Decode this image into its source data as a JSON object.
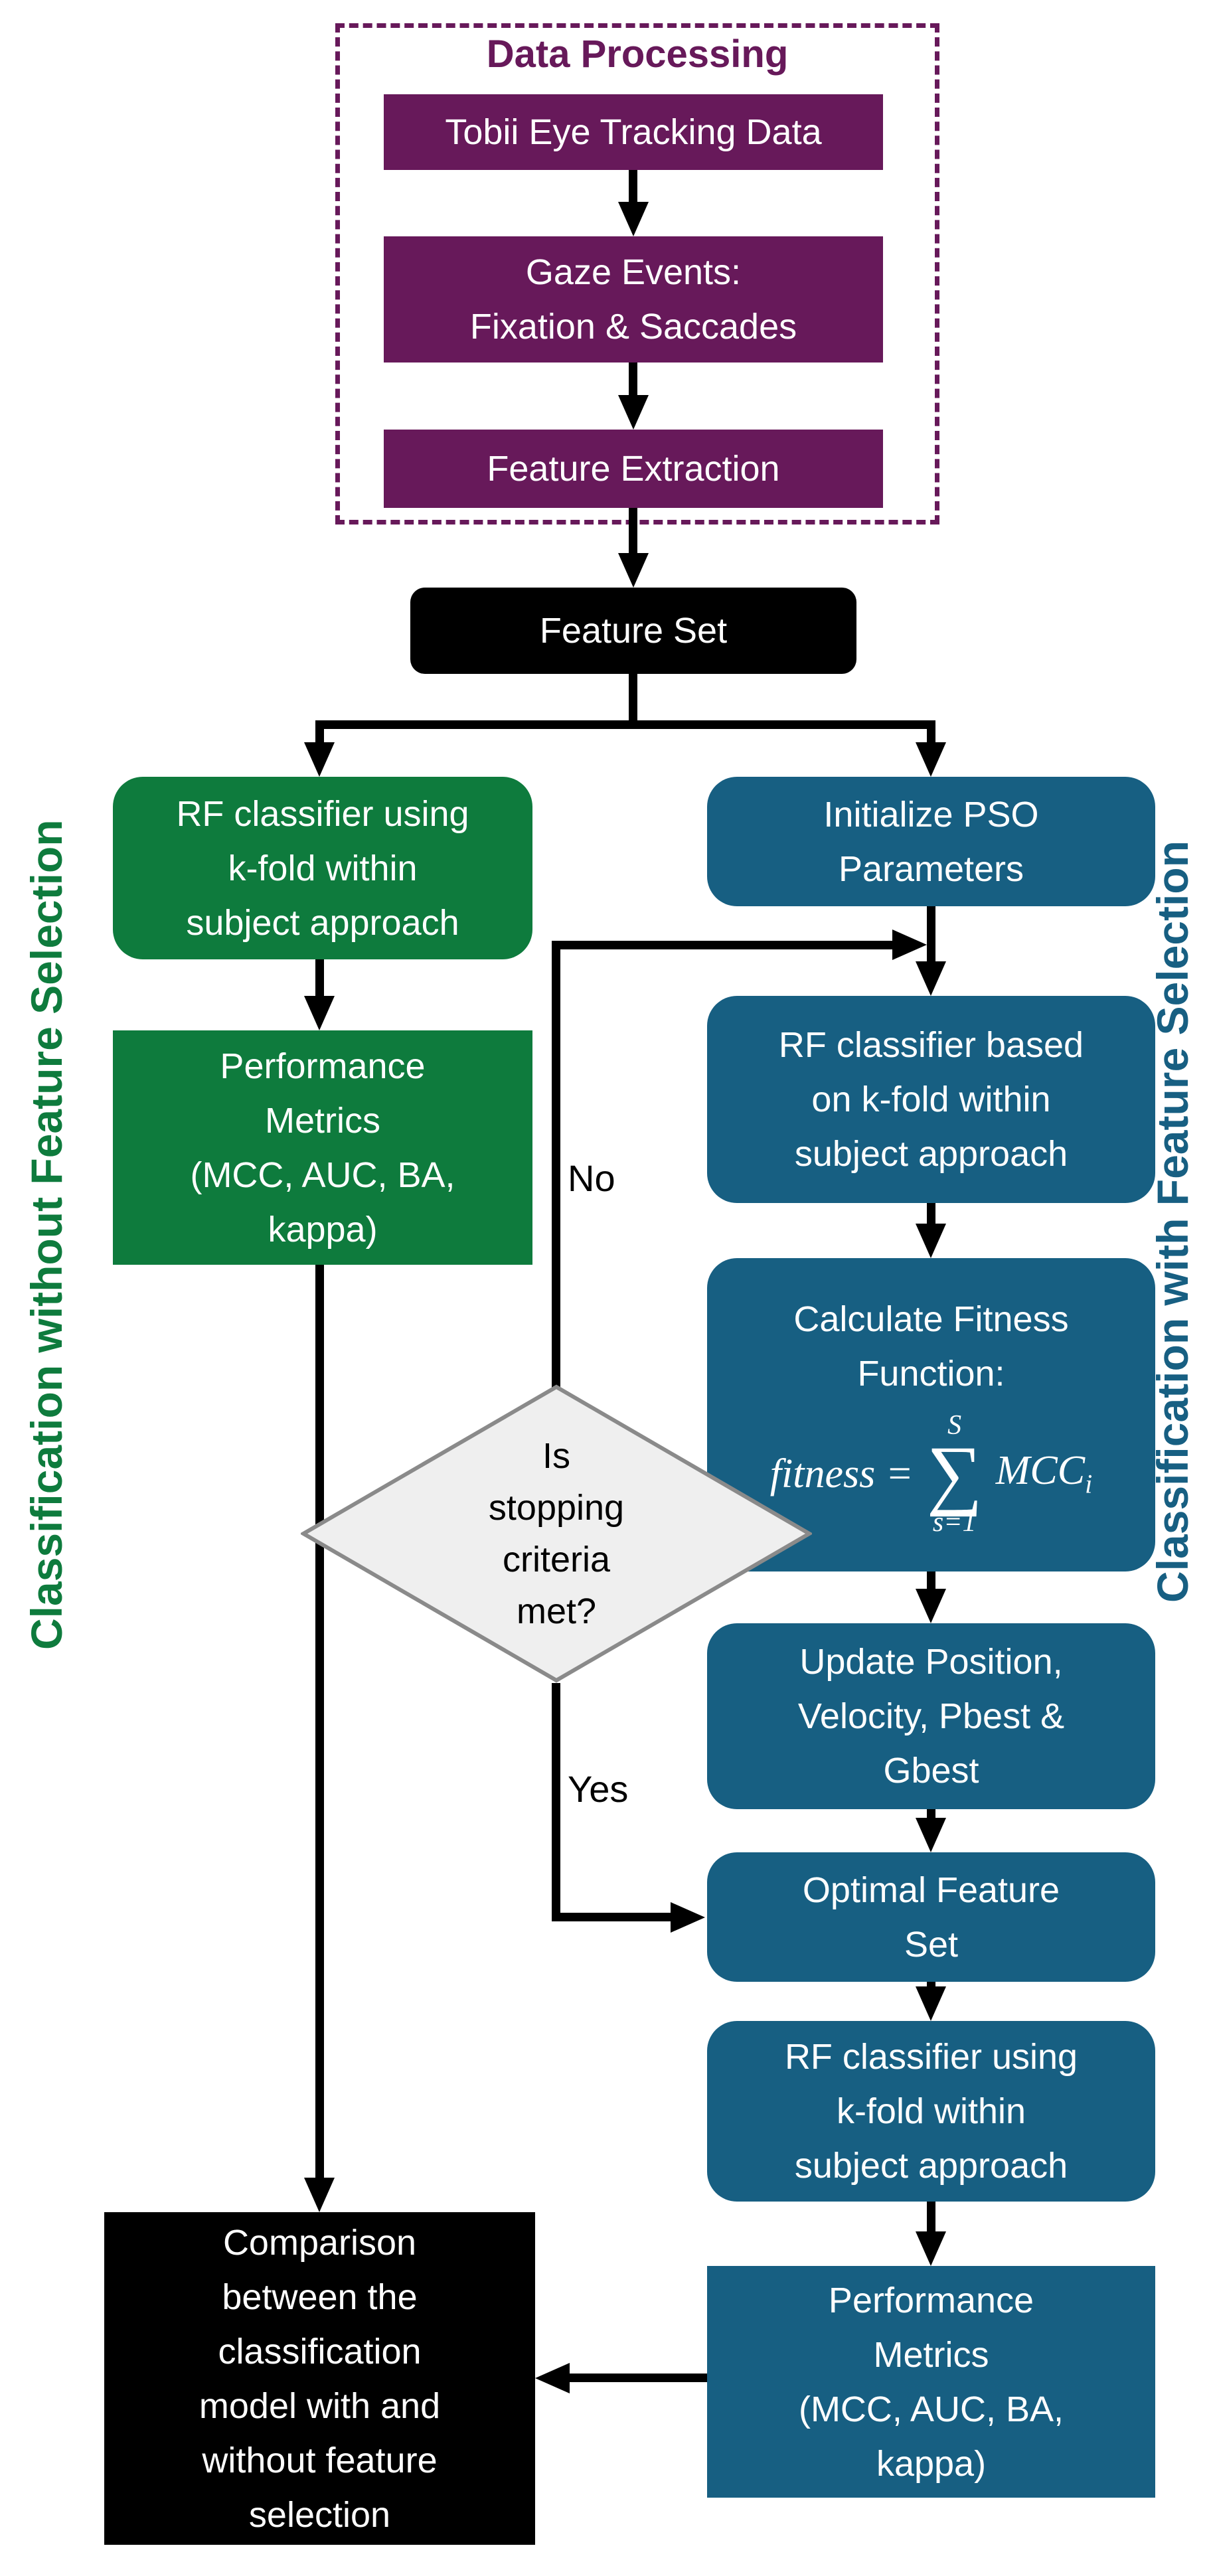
{
  "title": "Data Processing",
  "colors": {
    "purple": "#67195A",
    "green": "#0E7B3D",
    "teal": "#175F82",
    "black": "#000000",
    "diamond_fill": "#EFEFEF",
    "diamond_border": "#8A8A8A"
  },
  "side_labels": {
    "left": "Classification without Feature Selection",
    "right": "Classification with Feature Selection"
  },
  "edge_labels": {
    "no": "No",
    "yes": "Yes"
  },
  "nodes": {
    "tobii": {
      "label": "Tobii Eye Tracking Data"
    },
    "gaze": {
      "lines": [
        "Gaze Events:",
        "Fixation & Saccades"
      ]
    },
    "feature_extraction": {
      "label": "Feature Extraction"
    },
    "feature_set": {
      "label": "Feature Set"
    },
    "rf_without": {
      "lines": [
        "RF classifier using",
        "k-fold within",
        "subject approach"
      ]
    },
    "perf_without": {
      "lines": [
        "Performance",
        "Metrics",
        "(MCC, AUC, BA,",
        "kappa)"
      ]
    },
    "init_pso": {
      "lines": [
        "Initialize PSO",
        "Parameters"
      ]
    },
    "rf_pso": {
      "lines": [
        "RF classifier based",
        "on k-fold within",
        "subject approach"
      ]
    },
    "fitness": {
      "lines": [
        "Calculate Fitness",
        "Function:"
      ],
      "formula": {
        "lhs": "fitness =",
        "sum_top": "S",
        "sum_symbol": "∑",
        "sum_bottom": "s=1",
        "rhs": "MCC",
        "rhs_sub": "i"
      }
    },
    "update": {
      "lines": [
        "Update Position,",
        "Velocity, Pbest &",
        "Gbest"
      ]
    },
    "decision": {
      "lines": [
        "Is",
        "stopping",
        "criteria",
        "met?"
      ]
    },
    "optimal": {
      "lines": [
        "Optimal Feature",
        "Set"
      ]
    },
    "rf_with": {
      "lines": [
        "RF classifier using",
        "k-fold within",
        "subject approach"
      ]
    },
    "perf_with": {
      "lines": [
        "Performance",
        "Metrics",
        "(MCC, AUC, BA,",
        "kappa)"
      ]
    },
    "comparison": {
      "lines": [
        "Comparison",
        "between the",
        "classification",
        "model with and",
        "without feature",
        "selection"
      ]
    }
  }
}
